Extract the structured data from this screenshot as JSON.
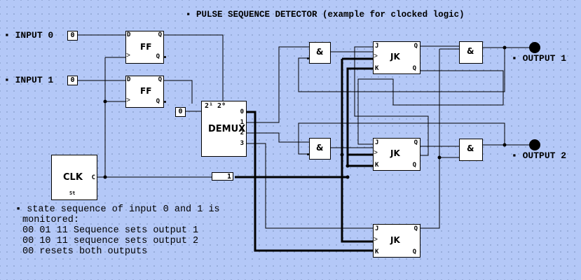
{
  "title": "PULSE SEQUENCE DETECTOR (example for clocked logic)",
  "inputs": [
    {
      "label": "INPUT 0",
      "value": "0"
    },
    {
      "label": "INPUT 1",
      "value": "0"
    }
  ],
  "outputs": [
    {
      "label": "OUTPUT 1"
    },
    {
      "label": "OUTPUT 2"
    }
  ],
  "demux_select_value": "0",
  "enable_value": "1",
  "blocks": {
    "ff": "FF",
    "demux": "DEMUX",
    "demux_select_label": "2¹ 2⁰",
    "demux_out0": "0",
    "demux_out1": "1",
    "demux_out2": "2",
    "demux_out3": "3",
    "and": "&",
    "jk": "JK",
    "clk": "CLK",
    "clk_pin": "C",
    "clk_sub": "St"
  },
  "pins": {
    "d": "D",
    "q": "Q",
    "qbar": "Q̄",
    "j": "J",
    "k": "K"
  },
  "note": {
    "line1": "state sequence of input 0 and 1 is",
    "line2": "monitored:",
    "line3": "00 01 11 Sequence sets output 1",
    "line4": "00 10 11 sequence sets output 2",
    "line5": "00 resets both outputs"
  },
  "colors": {
    "background": "#b4c8f7",
    "component": "#ffffff",
    "wire": "#000000",
    "led": "#000000"
  }
}
